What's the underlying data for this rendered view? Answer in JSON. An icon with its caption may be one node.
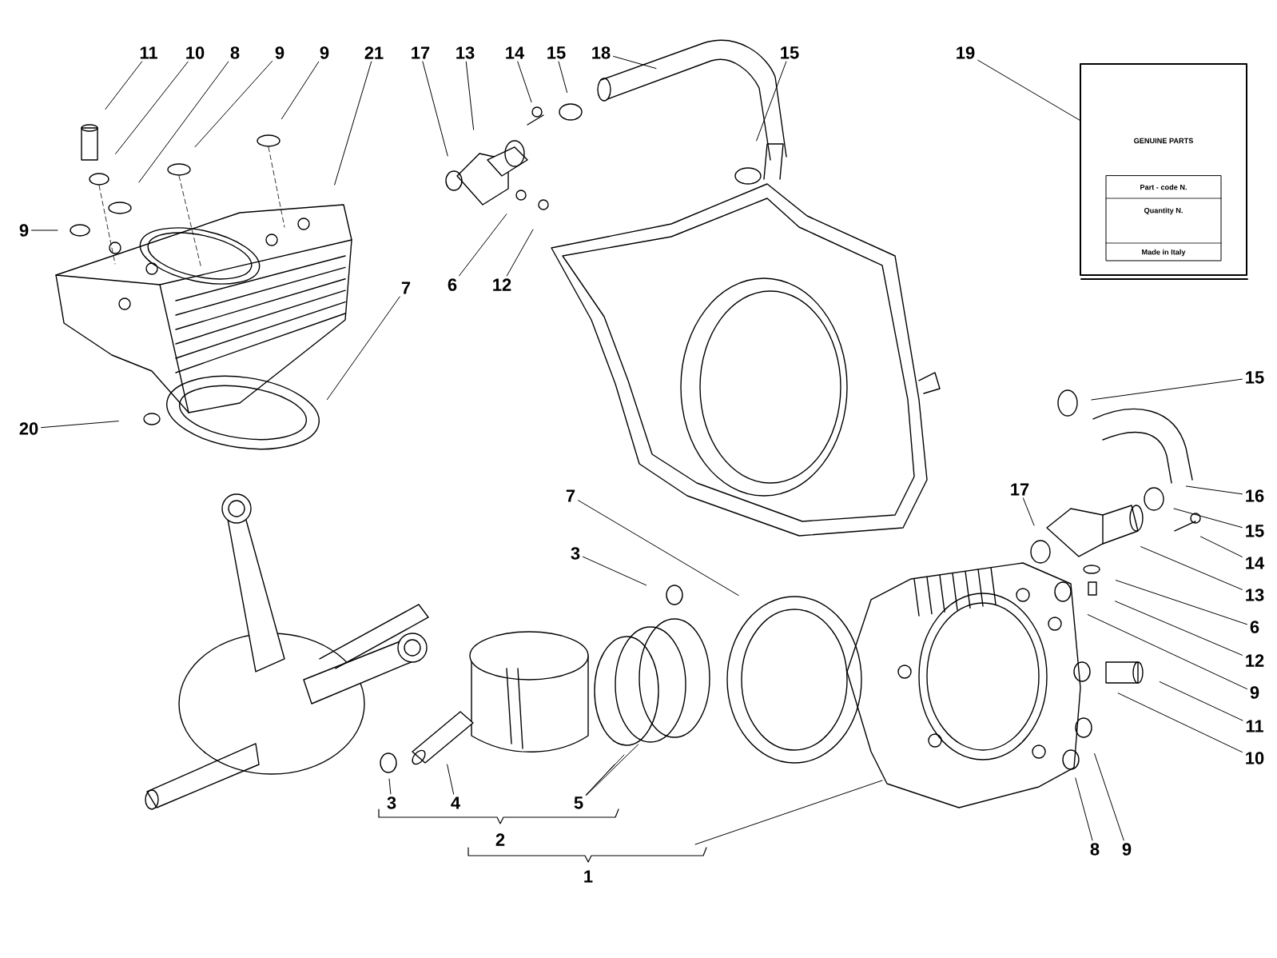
{
  "diagram": {
    "nodes": [
      {
        "text": [
          "11"
        ]
      },
      {
        "text": [
          "10"
        ]
      },
      {
        "text": [
          "8"
        ]
      },
      {
        "text": [
          "9"
        ]
      },
      {
        "text": [
          "9"
        ]
      },
      {
        "text": [
          "21"
        ]
      },
      {
        "text": [
          "17"
        ]
      },
      {
        "text": [
          "13"
        ]
      },
      {
        "text": [
          "14"
        ]
      },
      {
        "text": [
          "15"
        ]
      },
      {
        "text": [
          "18"
        ]
      },
      {
        "text": [
          "15"
        ]
      },
      {
        "text": [
          "19"
        ]
      },
      {
        "text": [
          "GENUINE PARTS",
          "Part - code N.",
          "Quantity N.",
          "Made in Italy"
        ]
      },
      {
        "text": [
          "9"
        ]
      },
      {
        "text": [
          "6"
        ]
      },
      {
        "text": [
          "12"
        ]
      },
      {
        "text": [
          "7"
        ]
      },
      {
        "text": [
          "15"
        ]
      },
      {
        "text": [
          "20"
        ]
      },
      {
        "text": [
          "16"
        ]
      },
      {
        "text": [
          "7"
        ]
      },
      {
        "text": [
          "17"
        ]
      },
      {
        "text": [
          "15"
        ]
      },
      {
        "text": [
          "3"
        ]
      },
      {
        "text": [
          "14"
        ]
      },
      {
        "text": [
          "13"
        ]
      },
      {
        "text": [
          "6"
        ]
      },
      {
        "text": [
          "12"
        ]
      },
      {
        "text": [
          "9"
        ]
      },
      {
        "text": [
          "11"
        ]
      },
      {
        "text": [
          "10"
        ]
      },
      {
        "text": [
          "3"
        ]
      },
      {
        "text": [
          "4"
        ]
      },
      {
        "text": [
          "5"
        ]
      },
      {
        "text": [
          "8"
        ]
      },
      {
        "text": [
          "9"
        ]
      }
    ],
    "edges": [
      {
        "from": 0,
        "to": null,
        "arrow": "none"
      },
      {
        "from": 1,
        "to": null,
        "arrow": "none"
      },
      {
        "from": 2,
        "to": null,
        "arrow": "none"
      },
      {
        "from": 3,
        "to": null,
        "arrow": "none"
      },
      {
        "from": 4,
        "to": null,
        "arrow": "none"
      },
      {
        "from": 5,
        "to": null,
        "arrow": "none"
      },
      {
        "from": 6,
        "to": null,
        "arrow": "none"
      },
      {
        "from": 7,
        "to": null,
        "arrow": "none"
      },
      {
        "from": 8,
        "to": null,
        "arrow": "none"
      },
      {
        "from": 9,
        "to": null,
        "arrow": "none"
      },
      {
        "from": 10,
        "to": null,
        "arrow": "none"
      },
      {
        "from": 11,
        "to": null,
        "arrow": "none"
      },
      {
        "from": 12,
        "to": 13,
        "arrow": "none"
      },
      {
        "from": 14,
        "to": null,
        "arrow": "none"
      },
      {
        "from": 15,
        "to": null,
        "arrow": "none"
      },
      {
        "from": 16,
        "to": null,
        "arrow": "none"
      },
      {
        "from": 17,
        "to": null,
        "arrow": "none"
      },
      {
        "from": 18,
        "to": null,
        "arrow": "none"
      },
      {
        "from": 20,
        "to": null,
        "arrow": "none"
      },
      {
        "from": 21,
        "to": null,
        "arrow": "none"
      },
      {
        "from": 22,
        "to": null,
        "arrow": "none"
      },
      {
        "from": 23,
        "to": null,
        "arrow": "none"
      },
      {
        "from": 24,
        "to": null,
        "arrow": "none"
      },
      {
        "from": 25,
        "to": null,
        "arrow": "none"
      },
      {
        "from": 26,
        "to": null,
        "arrow": "none"
      },
      {
        "from": 27,
        "to": null,
        "arrow": "none"
      },
      {
        "from": 28,
        "to": null,
        "arrow": "none"
      },
      {
        "from": 29,
        "to": null,
        "arrow": "none"
      },
      {
        "from": 30,
        "to": null,
        "arrow": "none"
      },
      {
        "from": 31,
        "to": null,
        "arrow": "none"
      },
      {
        "from": 32,
        "to": null,
        "arrow": "none"
      },
      {
        "from": 33,
        "to": null,
        "arrow": "none"
      },
      {
        "from": 34,
        "to": null,
        "arrow": "none"
      },
      {
        "from": 34,
        "to": null,
        "arrow": "none"
      },
      {
        "from": 34,
        "to": null,
        "arrow": "none"
      },
      {
        "from": 35,
        "to": null,
        "arrow": "none"
      },
      {
        "from": 36,
        "to": null,
        "arrow": "none"
      },
      {
        "from": 19,
        "to": null,
        "arrow": "none"
      }
    ],
    "labels": [
      "2",
      "1"
    ]
  }
}
